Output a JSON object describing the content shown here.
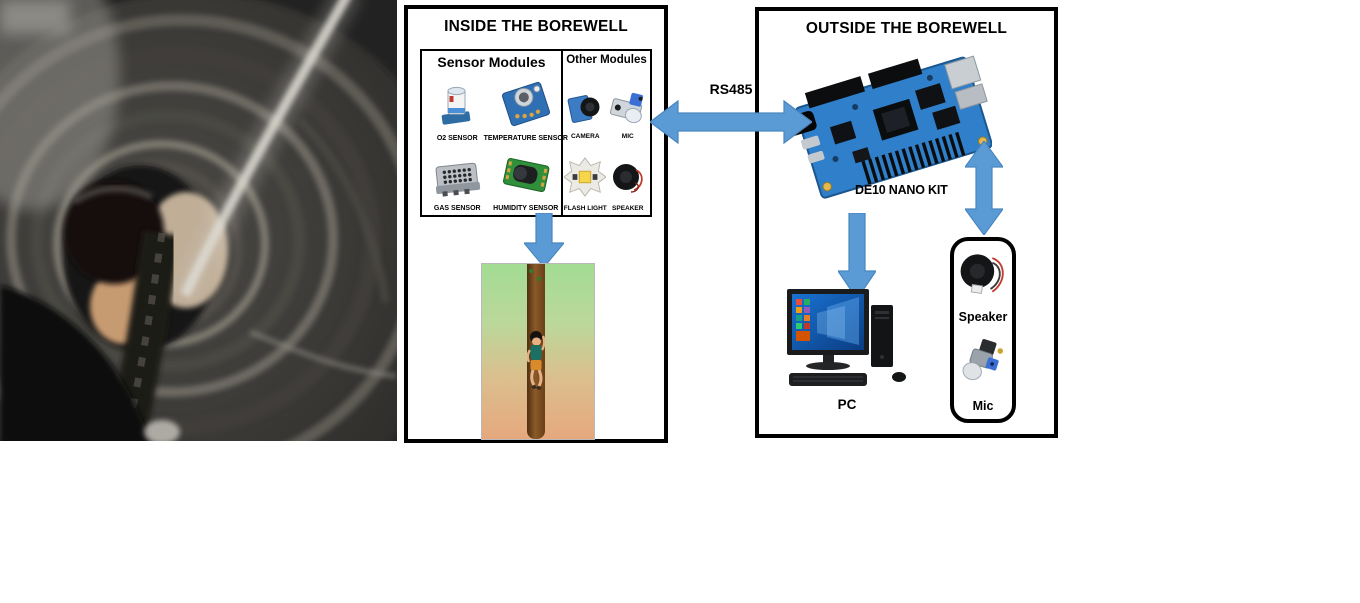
{
  "diagram": {
    "inside": {
      "title": "INSIDE THE BOREWELL",
      "sensor_modules_title": "Sensor Modules",
      "sensors": [
        "O2 SENSOR",
        "TEMPERATURE SENSOR",
        "GAS SENSOR",
        "HUMIDITY SENSOR"
      ],
      "other_modules_title": "Other Modules",
      "others": [
        "CAMERA",
        "MIC",
        "FLASH LIGHT",
        "SPEAKER"
      ]
    },
    "connection_label": "RS485",
    "outside": {
      "title": "OUTSIDE THE BOREWELL",
      "board_label": "DE10 NANO KIT",
      "pc_label": "PC",
      "speaker_label": "Speaker",
      "mic_label": "Mic"
    },
    "colors": {
      "arrow_blue": "#5b9bd5",
      "arrow_edge": "#4a86c0",
      "soil_top_green": "#a3dc94",
      "soil_bottom_orange": "#e5a87e",
      "bore_brown": "#8a5a28",
      "box_border": "#000000"
    }
  }
}
